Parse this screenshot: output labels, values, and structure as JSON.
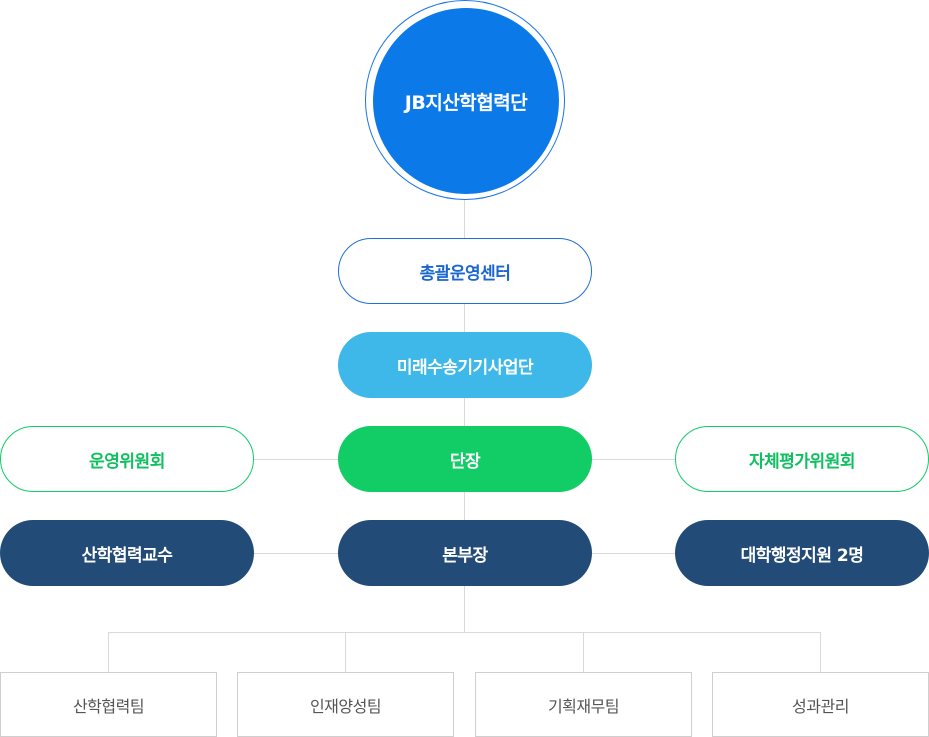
{
  "root": {
    "label": "JB지산학협력단"
  },
  "center": {
    "label": "총괄운영센터"
  },
  "project": {
    "label": "미래수송기기사업단"
  },
  "director": {
    "label": "단장"
  },
  "left_committee": {
    "label": "운영위원회"
  },
  "right_committee": {
    "label": "자체평가위원회"
  },
  "deputy": {
    "label": "본부장"
  },
  "left_staff": {
    "label": "산학협력교수"
  },
  "right_staff": {
    "label": "대학행정지원 2명"
  },
  "teams": [
    {
      "label": "산학협력팀"
    },
    {
      "label": "인재양성팀"
    },
    {
      "label": "기획재무팀"
    },
    {
      "label": "성과관리"
    }
  ],
  "colors": {
    "root": "#0b79e8",
    "center_outline": "#1f6fd6",
    "project": "#3db8e8",
    "director": "#12cc66",
    "navy": "#234b78",
    "team_border": "#cfcfcf"
  }
}
